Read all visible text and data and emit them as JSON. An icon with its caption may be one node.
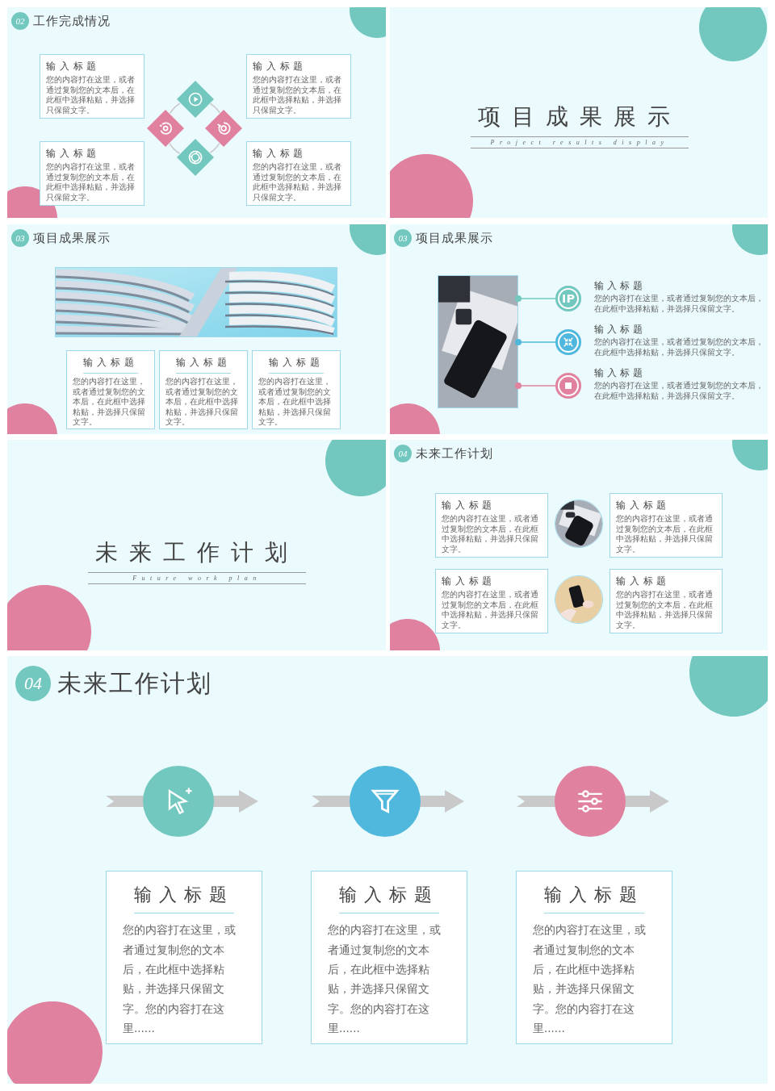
{
  "diagram": {
    "nodes": [
      {
        "text": [
          "工作完成情况"
        ]
      },
      {
        "text": [
          "02"
        ],
        "in": 0
      },
      {
        "text": [
          "输入标题",
          "您的内容打在这里，或者通过复制您的文本后，在此框中选择粘贴，并选择只保留文字。"
        ],
        "in": 0
      },
      {
        "text": [
          "输入标题",
          "您的内容打在这里，或者通过复制您的文本后，在此框中选择粘贴，并选择只保留文字。"
        ],
        "in": 0
      },
      {
        "text": [
          "输入标题",
          "您的内容打在这里，或者通过复制您的文本后，在此框中选择粘贴，并选择只保留文字。"
        ],
        "in": 0
      },
      {
        "text": [
          "输入标题",
          "您的内容打在这里，或者通过复制您的文本后，在此框中选择粘贴，并选择只保留文字。"
        ],
        "in": 0
      },
      {
        "text": [],
        "shape": "diamond",
        "in": 0
      },
      {
        "text": [],
        "shape": "diamond",
        "in": 0
      },
      {
        "text": [],
        "shape": "diamond",
        "in": 0
      },
      {
        "text": [],
        "shape": "diamond",
        "in": 0
      },
      {
        "text": [
          "项目成果展示",
          "Project results display"
        ]
      },
      {
        "text": [
          "项目成果展示"
        ]
      },
      {
        "text": [
          "03"
        ],
        "in": 11
      },
      {
        "text": [],
        "shape": "picture",
        "in": 11
      },
      {
        "text": [
          "输入标题",
          "您的内容打在这里，或者通过复制您的文本后，在此框中选择粘贴，并选择只保留文字。"
        ],
        "in": 11
      },
      {
        "text": [
          "输入标题",
          "您的内容打在这里，或者通过复制您的文本后，在此框中选择粘贴，并选择只保留文字。"
        ],
        "in": 11
      },
      {
        "text": [
          "输入标题",
          "您的内容打在这里，或者通过复制您的文本后，在此框中选择粘贴，并选择只保留文字。"
        ],
        "in": 11
      },
      {
        "text": [
          "项目成果展示"
        ]
      },
      {
        "text": [
          "03"
        ],
        "in": 17
      },
      {
        "text": [],
        "shape": "picture",
        "in": 17
      },
      {
        "text": [
          "IP"
        ],
        "in": 17,
        "beside": [
          "输入标题",
          "您的内容打在这里，或者通过复制您的文本后，在此框中选择粘贴，并选择只保留文字。"
        ]
      },
      {
        "text": [],
        "shape": "circle",
        "in": 17,
        "beside": [
          "输入标题",
          "您的内容打在这里，或者通过复制您的文本后，在此框中选择粘贴，并选择只保留文字。"
        ]
      },
      {
        "text": [],
        "shape": "circle",
        "in": 17,
        "beside": [
          "输入标题",
          "您的内容打在这里，或者通过复制您的文本后，在此框中选择粘贴，并选择只保留文字。"
        ]
      },
      {
        "text": [
          "未来工作计划",
          "Future work plan"
        ]
      },
      {
        "text": [
          "未来工作计划"
        ]
      },
      {
        "text": [
          "04"
        ],
        "in": 24
      },
      {
        "text": [
          "输入标题",
          "您的内容打在这里，或者通过复制您的文本后，在此框中选择粘贴，并选择只保留文字。"
        ],
        "in": 24
      },
      {
        "text": [],
        "shape": "picture",
        "in": 24
      },
      {
        "text": [
          "输入标题",
          "您的内容打在这里，或者通过复制您的文本后，在此框中选择粘贴，并选择只保留文字。"
        ],
        "in": 24
      },
      {
        "text": [
          "输入标题",
          "您的内容打在这里，或者通过复制您的文本后，在此框中选择粘贴，并选择只保留文字。"
        ],
        "in": 24
      },
      {
        "text": [],
        "shape": "picture",
        "in": 24
      },
      {
        "text": [
          "输入标题",
          "您的内容打在这里，或者通过复制您的文本后，在此框中选择粘贴，并选择只保留文字。"
        ],
        "in": 24
      },
      {
        "text": [
          "未来工作计划"
        ]
      },
      {
        "text": [
          "04"
        ],
        "in": 32
      },
      {
        "text": [],
        "shape": "circle",
        "in": 32
      },
      {
        "text": [],
        "shape": "circle",
        "in": 32
      },
      {
        "text": [],
        "shape": "circle",
        "in": 32
      },
      {
        "text": [
          "输入标题",
          "您的内容打在这里，或者通过复制您的文本后，在此框中选择粘贴，并选择只保留文字。您的内容打在这里......"
        ],
        "in": 32
      },
      {
        "text": [
          "输入标题",
          "您的内容打在这里，或者通过复制您的文本后，在此框中选择粘贴，并选择只保留文字。您的内容打在这里......"
        ],
        "in": 32
      },
      {
        "text": [
          "输入标题",
          "您的内容打在这里，或者通过复制您的文本后，在此框中选择粘贴，并选择只保留文字。您的内容打在这里......"
        ],
        "in": 32
      }
    ],
    "edges": [
      {
        "from": 6,
        "to": 7,
        "arrow": "none"
      },
      {
        "from": 6,
        "to": 8,
        "arrow": "none"
      },
      {
        "from": 7,
        "to": 9,
        "arrow": "none"
      },
      {
        "from": 8,
        "to": 9,
        "arrow": "none"
      },
      {
        "from": 19,
        "to": 20,
        "arrow": "other",
        "color": "#72c8bf"
      },
      {
        "from": 19,
        "to": 21,
        "arrow": "other",
        "color": "#4fb8dc"
      },
      {
        "from": 19,
        "to": 22,
        "arrow": "other",
        "color": "#e0829f"
      }
    ]
  }
}
